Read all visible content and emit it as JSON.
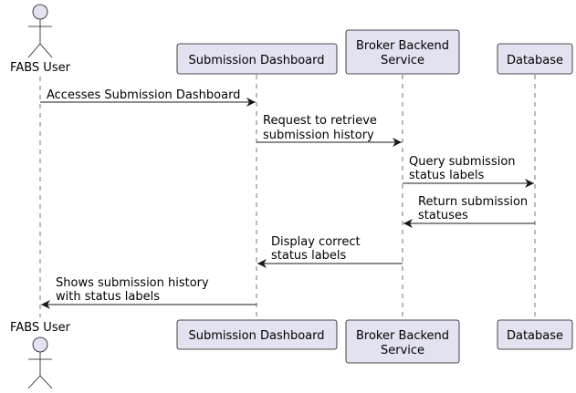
{
  "participants": {
    "fabs_user": {
      "label": "FABS User",
      "kind": "actor"
    },
    "dashboard": {
      "label": "Submission Dashboard",
      "kind": "participant"
    },
    "broker": {
      "line1": "Broker Backend",
      "line2": "Service",
      "kind": "participant"
    },
    "database": {
      "label": "Database",
      "kind": "participant"
    }
  },
  "messages": [
    {
      "line1": "Accesses Submission Dashboard",
      "line2": "",
      "from": "fabs_user",
      "to": "dashboard"
    },
    {
      "line1": "Request to retrieve",
      "line2": "submission history",
      "from": "dashboard",
      "to": "broker"
    },
    {
      "line1": "Query submission",
      "line2": "status labels",
      "from": "broker",
      "to": "database"
    },
    {
      "line1": "Return submission",
      "line2": "statuses",
      "from": "database",
      "to": "broker"
    },
    {
      "line1": "Display correct",
      "line2": "status labels",
      "from": "broker",
      "to": "dashboard"
    },
    {
      "line1": "Shows submission history",
      "line2": "with status labels",
      "from": "dashboard",
      "to": "fabs_user"
    }
  ],
  "colors": {
    "participant_fill": "#E2E2F0",
    "line": "#181818"
  }
}
